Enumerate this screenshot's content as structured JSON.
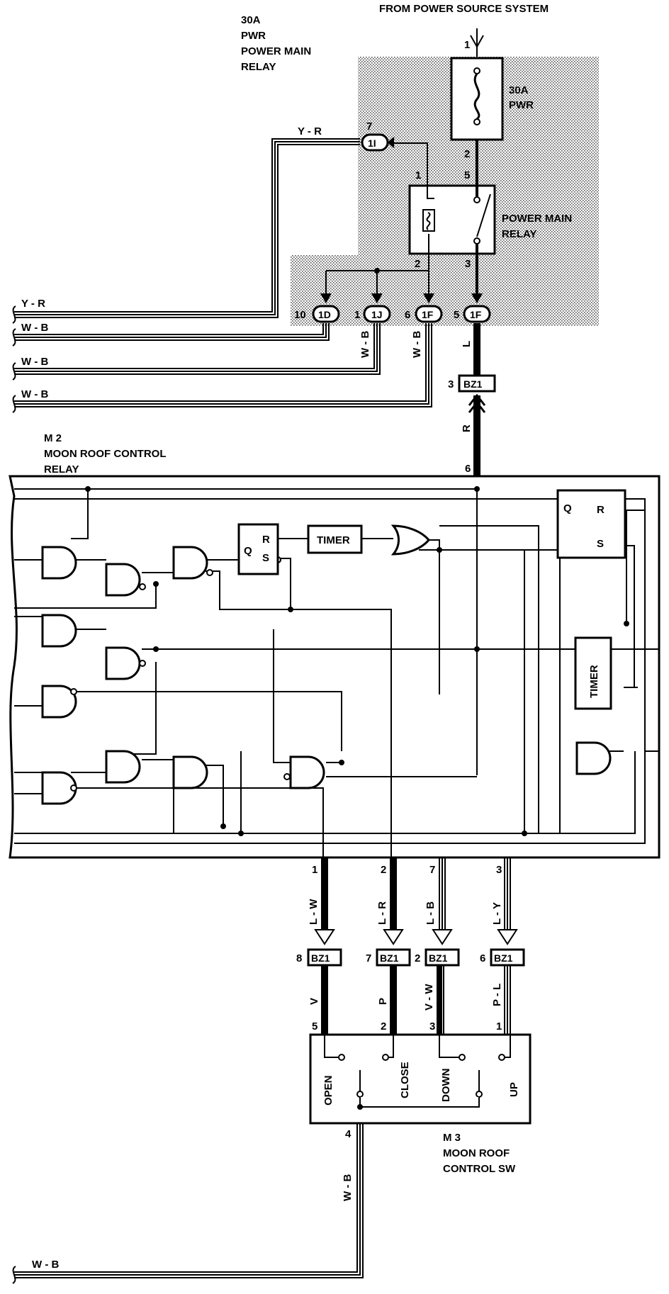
{
  "header": {
    "source_label": "FROM POWER SOURCE SYSTEM",
    "relay_caption": [
      "30A",
      "PWR",
      "POWER MAIN",
      "RELAY"
    ]
  },
  "fuse": {
    "label1": "30A",
    "label2": "PWR"
  },
  "main_relay": {
    "label1": "POWER MAIN",
    "label2": "RELAY"
  },
  "pins": {
    "p1": "1",
    "p2": "2",
    "p5": "5",
    "p3": "3",
    "p7": "7",
    "p1b": "1",
    "p2b": "2",
    "p10": "10",
    "p1c": "1",
    "p6": "6",
    "p5b": "5",
    "p3b": "3",
    "p6b": "6",
    "m2_1": "1",
    "m2_2": "2",
    "m2_7": "7",
    "m2_3": "3",
    "bz_8": "8",
    "bz_7": "7",
    "bz_2": "2",
    "bz_6": "6",
    "sw_5": "5",
    "sw_2": "2",
    "sw_3": "3",
    "sw_1": "1",
    "sw_4": "4"
  },
  "connectors": {
    "c1I": "1I",
    "c1D": "1D",
    "c1J": "1J",
    "c1F_a": "1F",
    "c1F_b": "1F",
    "bz_top": "BZ1",
    "bz_a": "BZ1",
    "bz_b": "BZ1",
    "bz_c": "BZ1",
    "bz_d": "BZ1"
  },
  "wires": {
    "yr_top": "Y - R",
    "yr_left": "Y - R",
    "wb_left1": "W - B",
    "wb_left2": "W - B",
    "wb_left3": "W - B",
    "wb_v1": "W - B",
    "wb_v2": "W - B",
    "l": "L",
    "r": "R",
    "lw": "L - W",
    "lr": "L - R",
    "lb": "L - B",
    "ly": "L - Y",
    "v": "V",
    "p": "P",
    "vw": "V - W",
    "pl": "P - L",
    "wb_bottom_v": "W - B",
    "wb_bottom": "W - B"
  },
  "m2": {
    "id": "M  2",
    "name1": "MOON  ROOF  CONTROL",
    "name2": "RELAY"
  },
  "logic": {
    "timer1": "TIMER",
    "timer2": "TIMER",
    "ff1_q": "Q",
    "ff1_r": "R",
    "ff1_s": "S",
    "ff2_q": "Q",
    "ff2_r": "R",
    "ff2_s": "S"
  },
  "m3": {
    "id": "M  3",
    "name1": "MOON  ROOF",
    "name2": "CONTROL  SW",
    "open": "OPEN",
    "close": "CLOSE",
    "down": "DOWN",
    "up": "UP"
  }
}
